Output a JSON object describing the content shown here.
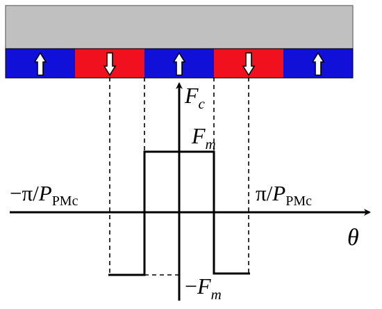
{
  "magnet": {
    "segments": [
      {
        "color": "#1010d8",
        "arrow": "up"
      },
      {
        "color": "#f0101e",
        "arrow": "down"
      },
      {
        "color": "#1010d8",
        "arrow": "up"
      },
      {
        "color": "#f0101e",
        "arrow": "down"
      },
      {
        "color": "#1010d8",
        "arrow": "up"
      }
    ],
    "iron_color": "#c0c0c0"
  },
  "labels": {
    "y_axis_main": "F",
    "y_axis_sub": "c",
    "fm_main": "F",
    "fm_sub": "m",
    "neg_fm_prefix": "−",
    "neg_fm_main": "F",
    "neg_fm_sub": "m",
    "left_prefix": "−π/",
    "left_main": "P",
    "left_sub": "PMc",
    "right_prefix": "π/",
    "right_main": "P",
    "right_sub": "PMc",
    "x_axis": "θ"
  }
}
